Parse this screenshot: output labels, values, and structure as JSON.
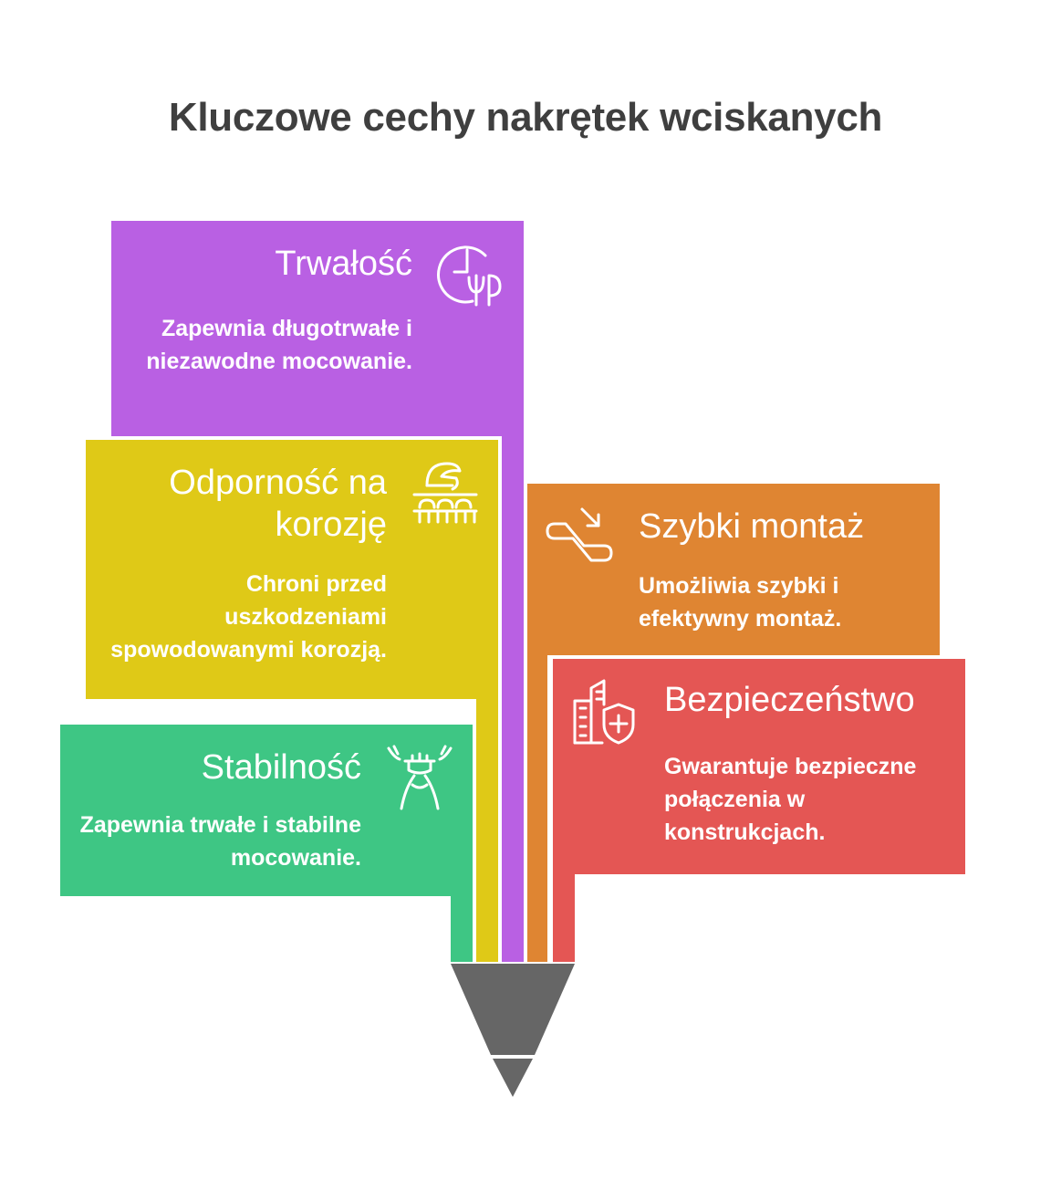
{
  "title": "Kluczowe cechy nakrętek wciskanych",
  "colors": {
    "purple": "#b960e3",
    "yellow": "#dfc917",
    "green": "#3ec684",
    "orange": "#df8532",
    "red": "#e45654",
    "funnel": "#666666"
  },
  "items": [
    {
      "title": "Trwałość",
      "desc": "Zapewnia długotrwałe i niezawodne mocowanie.",
      "icon": "clock-plant-icon"
    },
    {
      "title": "Odporność na korozję",
      "desc": "Chroni przed uszkodzeniami spowodowanymi korozją.",
      "icon": "corrosion-bristles-icon"
    },
    {
      "title": "Stabilność",
      "desc": "Zapewnia trwałe i stabilne mocowanie.",
      "icon": "tree-roots-icon"
    },
    {
      "title": "Szybki montaż",
      "desc": "Umożliwia szybki i efektywny montaż.",
      "icon": "escalator-arrow-icon"
    },
    {
      "title": "Bezpieczeństwo",
      "desc": "Gwarantuje bezpieczne połączenia w konstrukcjach.",
      "icon": "building-shield-icon"
    }
  ]
}
